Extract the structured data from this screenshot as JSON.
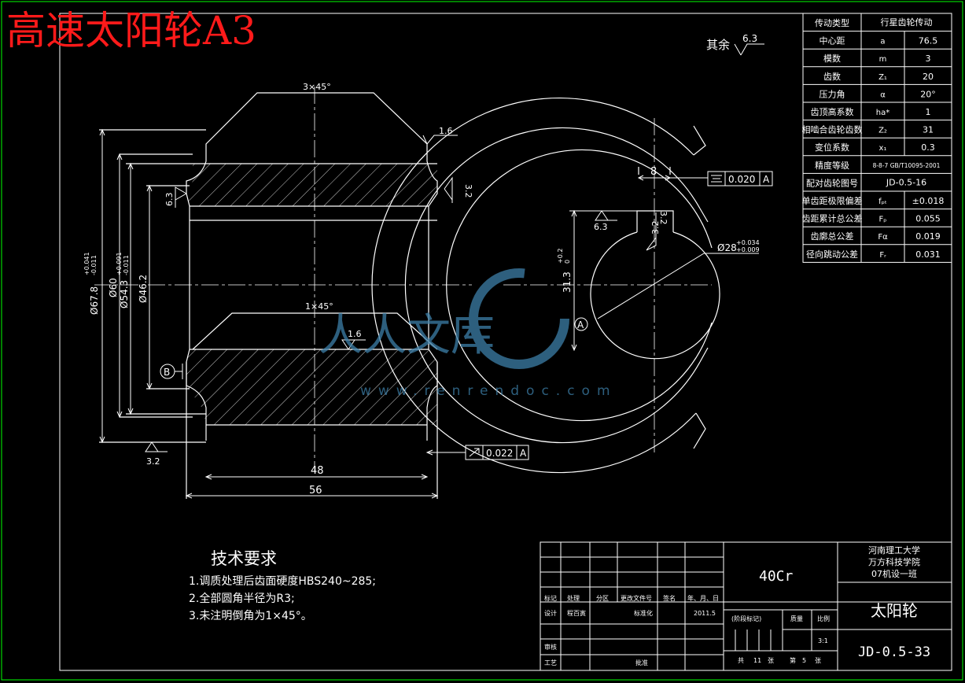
{
  "title": "高速太阳轮A3",
  "surface_note": {
    "label": "其余",
    "roughness": "6.3"
  },
  "colors": {
    "background": "#000000",
    "line": "#ffffff",
    "frame": "#00ff00",
    "title": "#ff1a1a",
    "watermark": "#3d7fa8"
  },
  "params": [
    {
      "name": "传动类型",
      "symbol": "",
      "value": "行星齿轮传动"
    },
    {
      "name": "中心距",
      "symbol": "a",
      "value": "76.5"
    },
    {
      "name": "模数",
      "symbol": "m",
      "value": "3"
    },
    {
      "name": "齿数",
      "symbol": "Z₁",
      "value": "20"
    },
    {
      "name": "压力角",
      "symbol": "α",
      "value": "20°"
    },
    {
      "name": "齿顶高系数",
      "symbol": "ha*",
      "value": "1"
    },
    {
      "name": "相啮合齿轮齿数",
      "symbol": "Z₂",
      "value": "31"
    },
    {
      "name": "变位系数",
      "symbol": "x₁",
      "value": "0.3"
    },
    {
      "name": "精度等级",
      "symbol": "",
      "value": "8-8-7 GB/T10095-2001"
    },
    {
      "name": "配对齿轮图号",
      "symbol": "",
      "value": "JD-0.5-16"
    },
    {
      "name": "单齿距极限偏差",
      "symbol": "fₚₜ",
      "value": "±0.018"
    },
    {
      "name": "齿距累计总公差",
      "symbol": "Fₚ",
      "value": "0.055"
    },
    {
      "name": "齿廓总公差",
      "symbol": "Fα",
      "value": "0.019"
    },
    {
      "name": "径向跳动公差",
      "symbol": "Fᵣ",
      "value": "0.031"
    }
  ],
  "dims": {
    "chamfer_top": "3×45°",
    "chamfer_inner": "1×45°",
    "rough_1": "1.6",
    "rough_2": "3.2",
    "rough_3": "6.3",
    "rough_4": "1.6",
    "rough_5": "3.2",
    "d1": "Ø67.8",
    "d1_tol_up": "+0.041",
    "d1_tol_lo": "-0.011",
    "d2": "Ø60",
    "d3": "Ø54.3",
    "d3_tol_up": "+0.091",
    "d3_tol_lo": "-0.011",
    "d4": "Ø46.2",
    "len_48": "48",
    "len_56": "56",
    "h_mid": "48",
    "datum_b": "B",
    "runout_value": "0.022",
    "runout_datum": "A",
    "width_8": "8",
    "sym_value": "0.020",
    "sym_datum": "A",
    "key_rough_a": "3.2",
    "key_rough_b": "3.2",
    "key_rough_c": "6.3",
    "depth": "31.3",
    "depth_tol_up": "+0.2",
    "depth_tol_lo": "0",
    "bore": "Ø28",
    "bore_tol_up": "+0.034",
    "bore_tol_lo": "+0.009",
    "datum_a": "A"
  },
  "tech": {
    "heading": "技术要求",
    "items": [
      "1.调质处理后齿面硬度HBS240~285;",
      "2.全部圆角半径为R3;",
      "3.未注明倒角为1×45°。"
    ]
  },
  "title_block": {
    "material": "40Cr",
    "school": [
      "河南理工大学",
      "万方科技学院",
      "07机设一班"
    ],
    "part_name": "太阳轮",
    "drawing_no": "JD-0.5-33",
    "labels": {
      "mark": "标记",
      "qty": "处理",
      "zone": "分区",
      "doc": "更改文件号",
      "sign": "签名",
      "date": "年、月、日",
      "design": "设计",
      "designer": "程百寅",
      "std": "标准化",
      "design_date": "2011.5",
      "stage": "(阶段标记)",
      "mass": "质量",
      "scale_label": "比例",
      "scale": "3:1",
      "review": "审核",
      "craft": "工艺",
      "approve": "批准",
      "total": "共",
      "total_n": "11",
      "sheets": "张",
      "this": "第",
      "this_n": "5",
      "sheet": "张"
    }
  },
  "watermark": {
    "cn": "人人文库",
    "url": "www.renrendoc.com"
  }
}
